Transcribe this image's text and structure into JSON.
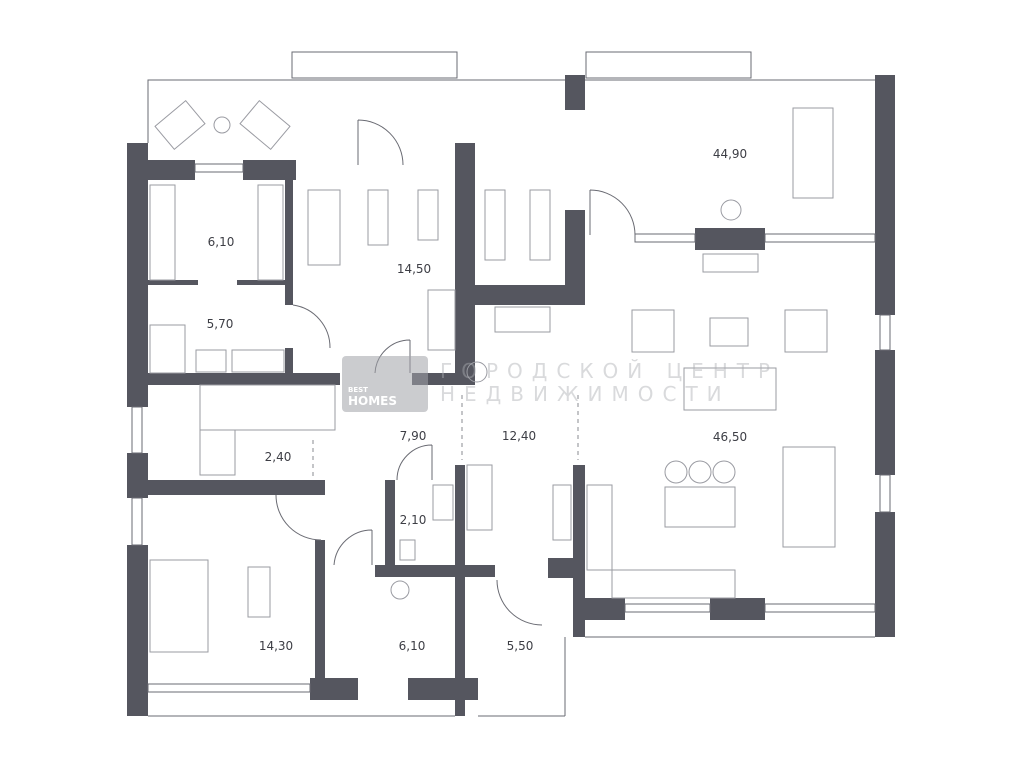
{
  "plan": {
    "wall_color": "#55565f",
    "rooms": [
      {
        "id": "terrace",
        "area": "44,90"
      },
      {
        "id": "wardrobe",
        "area": "6,10"
      },
      {
        "id": "gym",
        "area": "14,50"
      },
      {
        "id": "bathroom-1",
        "area": "5,70"
      },
      {
        "id": "living-kitchen",
        "area": "46,50"
      },
      {
        "id": "hall",
        "area": "7,90"
      },
      {
        "id": "corridor",
        "area": "12,40"
      },
      {
        "id": "stairs",
        "area": "2,40"
      },
      {
        "id": "wc",
        "area": "2,10"
      },
      {
        "id": "bedroom",
        "area": "14,30"
      },
      {
        "id": "laundry",
        "area": "6,10"
      },
      {
        "id": "entrance",
        "area": "5,50"
      }
    ]
  },
  "watermark": {
    "line1": "ГОРОДСКОЙ ЦЕНТР",
    "line2": "НЕДВИЖИМОСТИ",
    "logo_small": "BEST",
    "logo_big": "HOMES"
  }
}
